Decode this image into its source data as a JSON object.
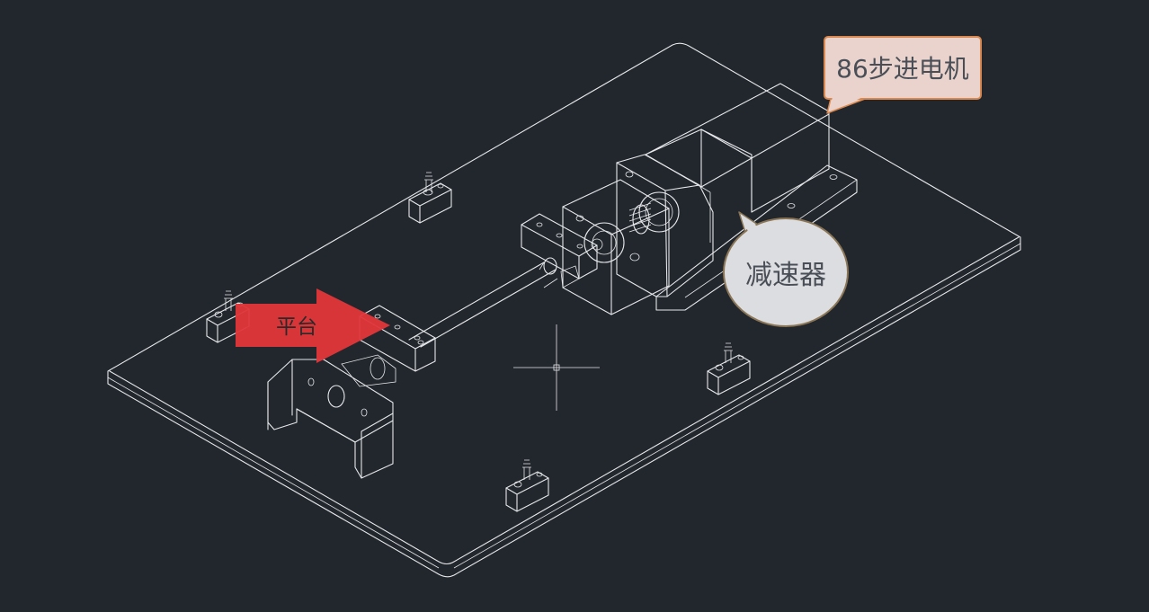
{
  "annotations": {
    "motor_label": "86步进电机",
    "reducer_label": "减速器",
    "platform_label": "平台"
  },
  "colors": {
    "background": "#22262d",
    "linework": "#e6e8ea",
    "motor_callout_fill": "#ead3cd",
    "motor_callout_border": "#d9894f",
    "reducer_callout_fill": "#dcdde0",
    "reducer_callout_border": "#8a7656",
    "platform_arrow_fill": "#e0363a"
  },
  "icons": {
    "cursor": "crosshair-cursor-icon"
  }
}
